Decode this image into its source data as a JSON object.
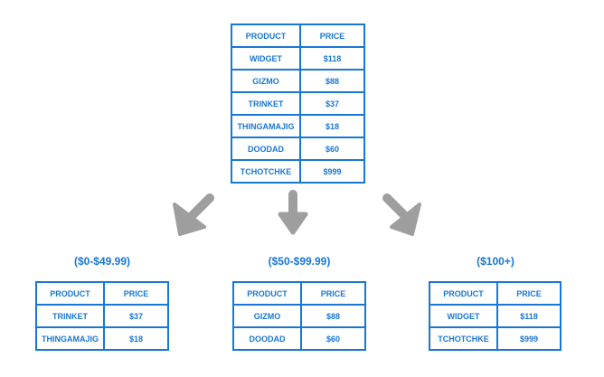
{
  "main": {
    "headers": [
      "PRODUCT",
      "PRICE"
    ],
    "rows": [
      [
        "WIDGET",
        "$118"
      ],
      [
        "GIZMO",
        "$88"
      ],
      [
        "TRINKET",
        "$37"
      ],
      [
        "THINGAMAJIG",
        "$18"
      ],
      [
        "DOODAD",
        "$60"
      ],
      [
        "TCHOTCHKE",
        "$999"
      ]
    ]
  },
  "buckets": [
    {
      "label": "($0-$49.99)",
      "headers": [
        "PRODUCT",
        "PRICE"
      ],
      "rows": [
        [
          "TRINKET",
          "$37"
        ],
        [
          "THINGAMAJIG",
          "$18"
        ]
      ]
    },
    {
      "label": "($50-$99.99)",
      "headers": [
        "PRODUCT",
        "PRICE"
      ],
      "rows": [
        [
          "GIZMO",
          "$88"
        ],
        [
          "DOODAD",
          "$60"
        ]
      ]
    },
    {
      "label": "($100+)",
      "headers": [
        "PRODUCT",
        "PRICE"
      ],
      "rows": [
        [
          "WIDGET",
          "$118"
        ],
        [
          "TCHOTCHKE",
          "$999"
        ]
      ]
    }
  ],
  "colors": {
    "accent": "#1877d6",
    "arrow": "#9e9e9e"
  },
  "icons": [
    "arrow-down-left-icon",
    "arrow-down-icon",
    "arrow-down-right-icon"
  ]
}
